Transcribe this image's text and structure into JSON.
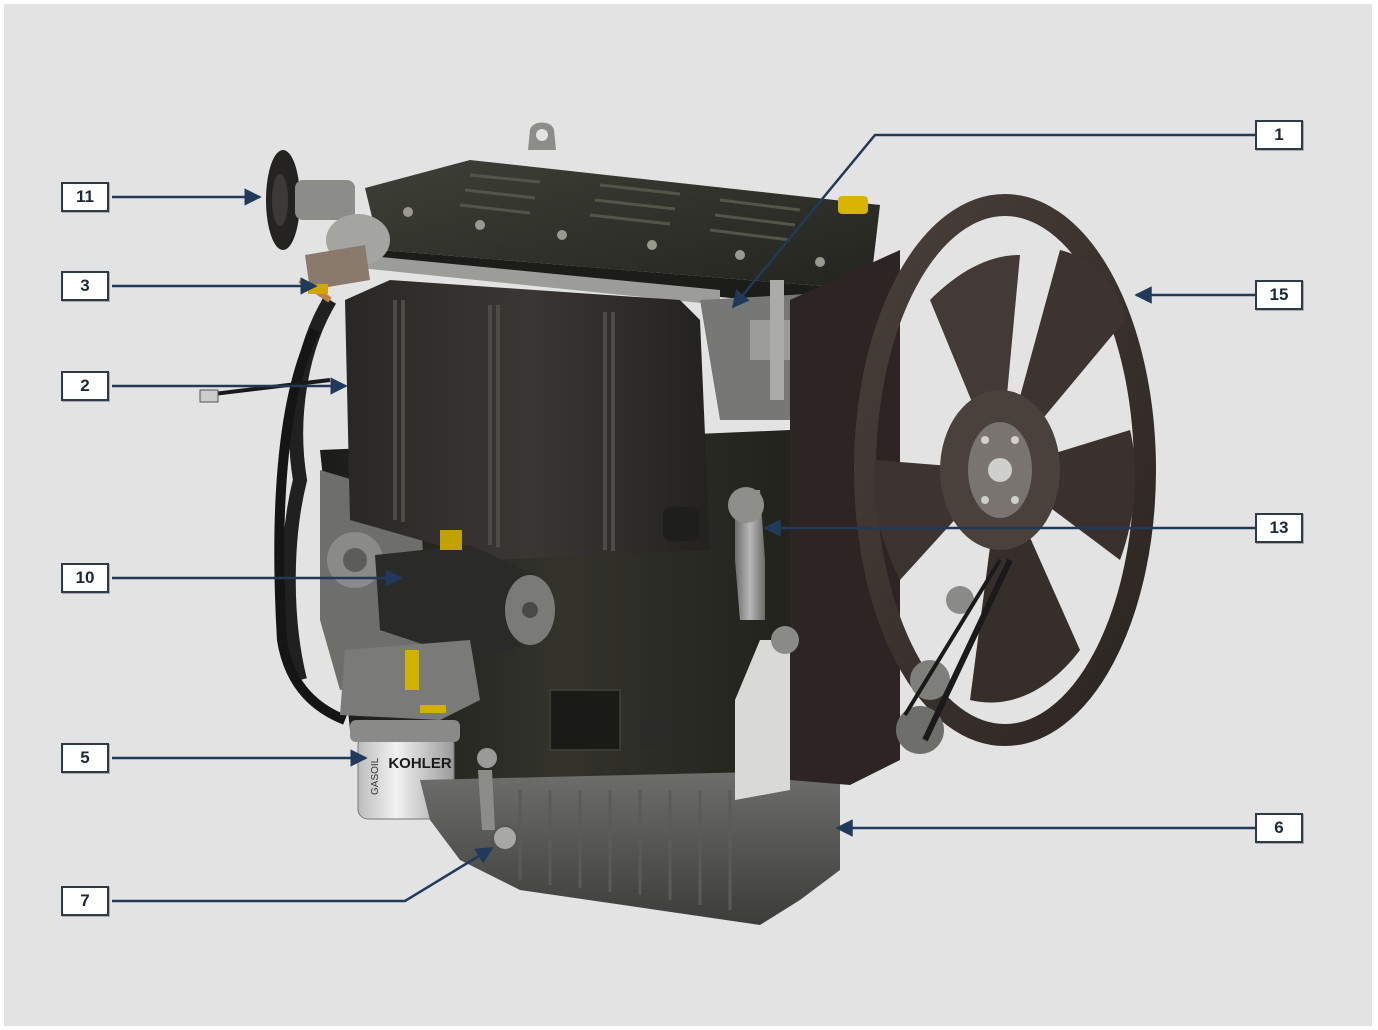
{
  "colors": {
    "background": "#e3e3e3",
    "leader_line": "#1f3a5a",
    "label_border": "#2e3a45"
  },
  "labels": {
    "l1": "1",
    "l2": "2",
    "l3": "3",
    "l5": "5",
    "l6": "6",
    "l7": "7",
    "l10": "10",
    "l11": "11",
    "l13": "13",
    "l15": "15"
  },
  "filter_brand": "KOHLER",
  "filter_side_text": "GASOIL"
}
